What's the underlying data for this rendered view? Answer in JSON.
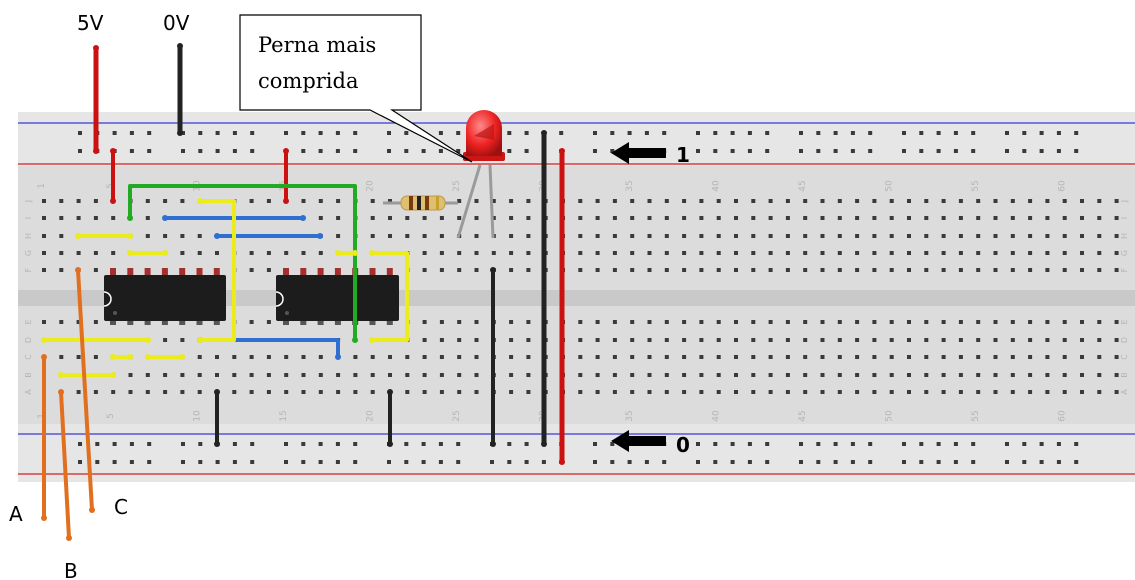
{
  "supply_labels": {
    "v5": "5V",
    "v0": "0V"
  },
  "callout": {
    "line1": "Perna mais",
    "line2": "comprida"
  },
  "rail_labels": {
    "top": "1",
    "bottom": "0"
  },
  "input_labels": {
    "a": "A",
    "b": "B",
    "c": "C"
  },
  "breadboard": {
    "column_numbers_top": [
      "1",
      "5",
      "10",
      "15",
      "20",
      "25",
      "30",
      "35",
      "40",
      "45",
      "50",
      "55",
      "60"
    ],
    "column_numbers_bottom": [
      "1",
      "5",
      "10",
      "15",
      "20",
      "25",
      "30",
      "35",
      "40",
      "45",
      "50",
      "55",
      "60"
    ],
    "row_letters_top": [
      "J",
      "I",
      "H",
      "G",
      "F"
    ],
    "row_letters_bottom": [
      "E",
      "D",
      "C",
      "B",
      "A"
    ]
  },
  "colors": {
    "board": "#dcdcdc",
    "rail_red": "#d42020",
    "rail_blue": "#3b3bd6",
    "wire_red": "#cc1111",
    "wire_black": "#222222",
    "wire_green": "#22aa22",
    "wire_blue": "#2f6fd0",
    "wire_yellow": "#ecec1a",
    "wire_orange": "#e07020",
    "chip": "#1c1c1c",
    "led": "#ee2222"
  }
}
